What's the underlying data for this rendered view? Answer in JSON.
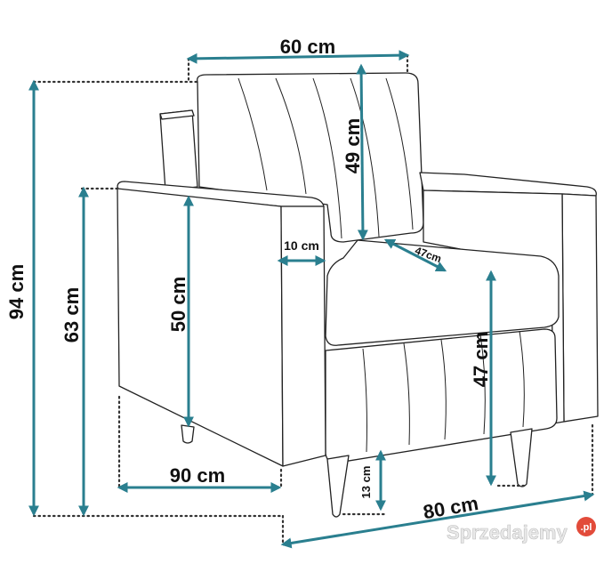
{
  "dimensions": {
    "cushion_width": "60 cm",
    "cushion_height": "49 cm",
    "armrest_width": "10 cm",
    "seat_depth": "47cm",
    "armrest_height": "50 cm",
    "seat_height": "47 cm",
    "total_height": "94 cm",
    "arm_height": "63 cm",
    "depth": "90 cm",
    "leg_height": "13 cm",
    "width": "80 cm"
  },
  "watermark": {
    "text": "Sprzedajemy",
    "badge": ".pl"
  },
  "colors": {
    "dimension_arrow": "#2a7f8f",
    "outline": "#222222",
    "watermark_badge": "#e24b3a"
  }
}
